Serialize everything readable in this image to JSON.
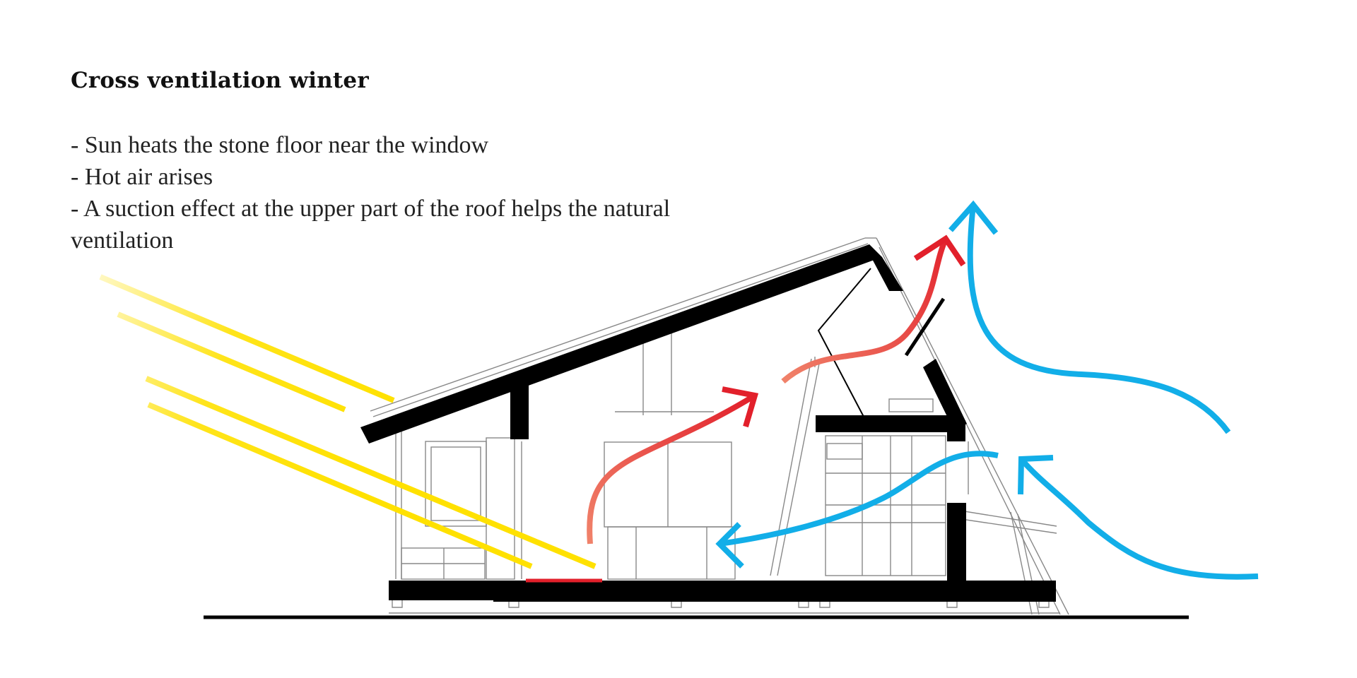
{
  "title": "Cross ventilation winter",
  "bullets": [
    "- Sun heats the stone floor near the window",
    "- Hot air arises",
    "- A suction effect at the upper part of the roof helps the natural ventilation"
  ],
  "colors": {
    "sun": "#ffe100",
    "warm_air_start": "#f0826a",
    "warm_air_end": "#e2202b",
    "cold_air": "#12aee8",
    "structure": "#000000",
    "heated_floor": "#e2202b"
  }
}
